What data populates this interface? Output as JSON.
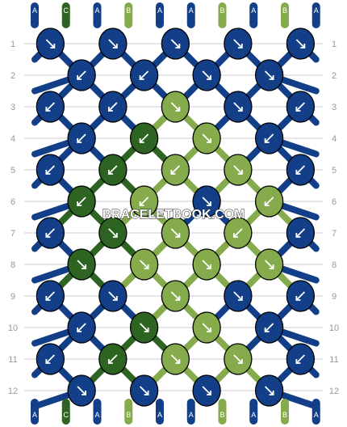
{
  "colors": {
    "A": "#133f89",
    "B": "#85ab4c",
    "C": "#2d6421",
    "line": "#cccccc",
    "row_label": "#999999",
    "outline": "#000000",
    "arrow": "#ffffff",
    "strand_label": "#ffffff"
  },
  "strands_top": [
    "A",
    "C",
    "A",
    "B",
    "A",
    "A",
    "B",
    "A",
    "B",
    "A"
  ],
  "strands_bottom": [
    "A",
    "C",
    "A",
    "B",
    "A",
    "A",
    "B",
    "A",
    "B",
    "A"
  ],
  "rows": [
    "1",
    "2",
    "3",
    "4",
    "5",
    "6",
    "7",
    "8",
    "9",
    "10",
    "11",
    "12"
  ],
  "knots": [
    [
      {
        "color": "A",
        "dir": "SE"
      },
      {
        "color": "A",
        "dir": "SE"
      },
      {
        "color": "A",
        "dir": "SE"
      },
      {
        "color": "A",
        "dir": "SE"
      },
      {
        "color": "A",
        "dir": "SE"
      }
    ],
    [
      {
        "color": "A",
        "dir": "SW"
      },
      {
        "color": "A",
        "dir": "SW"
      },
      {
        "color": "A",
        "dir": "SE"
      },
      {
        "color": "A",
        "dir": "SE"
      }
    ],
    [
      {
        "color": "A",
        "dir": "SW"
      },
      {
        "color": "A",
        "dir": "SW"
      },
      {
        "color": "B",
        "dir": "SE"
      },
      {
        "color": "A",
        "dir": "SE"
      },
      {
        "color": "A",
        "dir": "SW"
      }
    ],
    [
      {
        "color": "A",
        "dir": "SW"
      },
      {
        "color": "C",
        "dir": "SW"
      },
      {
        "color": "B",
        "dir": "SE"
      },
      {
        "color": "A",
        "dir": "SW"
      }
    ],
    [
      {
        "color": "A",
        "dir": "SW"
      },
      {
        "color": "C",
        "dir": "SW"
      },
      {
        "color": "B",
        "dir": "SW"
      },
      {
        "color": "B",
        "dir": "SE"
      },
      {
        "color": "A",
        "dir": "SW"
      }
    ],
    [
      {
        "color": "C",
        "dir": "SW"
      },
      {
        "color": "B",
        "dir": "SW"
      },
      {
        "color": "A",
        "dir": "SE"
      },
      {
        "color": "B",
        "dir": "SW"
      }
    ],
    [
      {
        "color": "A",
        "dir": "SW"
      },
      {
        "color": "C",
        "dir": "SE"
      },
      {
        "color": "B",
        "dir": "SE"
      },
      {
        "color": "B",
        "dir": "SW"
      },
      {
        "color": "A",
        "dir": "SW"
      }
    ],
    [
      {
        "color": "C",
        "dir": "SE"
      },
      {
        "color": "B",
        "dir": "SE"
      },
      {
        "color": "B",
        "dir": "SE"
      },
      {
        "color": "B",
        "dir": "SE"
      }
    ],
    [
      {
        "color": "A",
        "dir": "SW"
      },
      {
        "color": "A",
        "dir": "SE"
      },
      {
        "color": "B",
        "dir": "SE"
      },
      {
        "color": "A",
        "dir": "SE"
      },
      {
        "color": "A",
        "dir": "SW"
      }
    ],
    [
      {
        "color": "A",
        "dir": "SW"
      },
      {
        "color": "C",
        "dir": "SE"
      },
      {
        "color": "B",
        "dir": "SE"
      },
      {
        "color": "A",
        "dir": "SW"
      }
    ],
    [
      {
        "color": "A",
        "dir": "SW"
      },
      {
        "color": "C",
        "dir": "SW"
      },
      {
        "color": "B",
        "dir": "SE"
      },
      {
        "color": "B",
        "dir": "SE"
      },
      {
        "color": "A",
        "dir": "SW"
      }
    ],
    [
      {
        "color": "A",
        "dir": "SE"
      },
      {
        "color": "A",
        "dir": "SE"
      },
      {
        "color": "A",
        "dir": "SE"
      },
      {
        "color": "A",
        "dir": "SE"
      }
    ]
  ],
  "watermark": "BRACELETBOOK.COM"
}
